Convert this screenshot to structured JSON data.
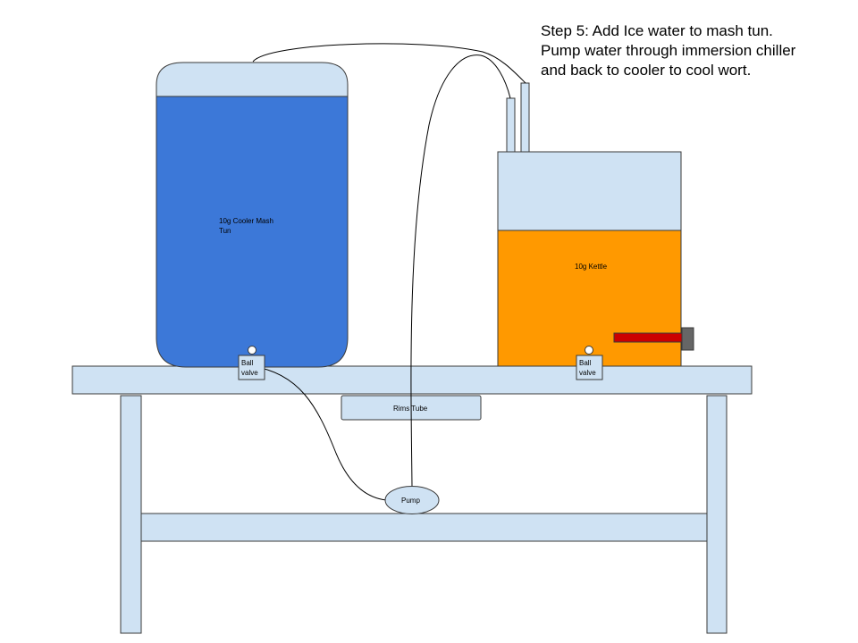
{
  "diagram": {
    "step_lines": [
      "Step 5: Add Ice water to mash tun.",
      "Pump water through immersion chiller",
      "and back to cooler to cool wort."
    ],
    "mash_tun_label_lines": [
      "10g Cooler Mash",
      "Tun"
    ],
    "kettle_label": "10g Kettle",
    "ball_valve_lines": [
      "Ball",
      "valve"
    ],
    "rims_tube_label": "Rims Tube",
    "pump_label": "Pump",
    "colors": {
      "light_blue": "#cfe2f3",
      "mash_blue": "#3c78d8",
      "wort_orange": "#ff9900",
      "heater_red": "#cc0000",
      "heater_gray": "#666666",
      "outline": "#3a3a3a"
    }
  }
}
